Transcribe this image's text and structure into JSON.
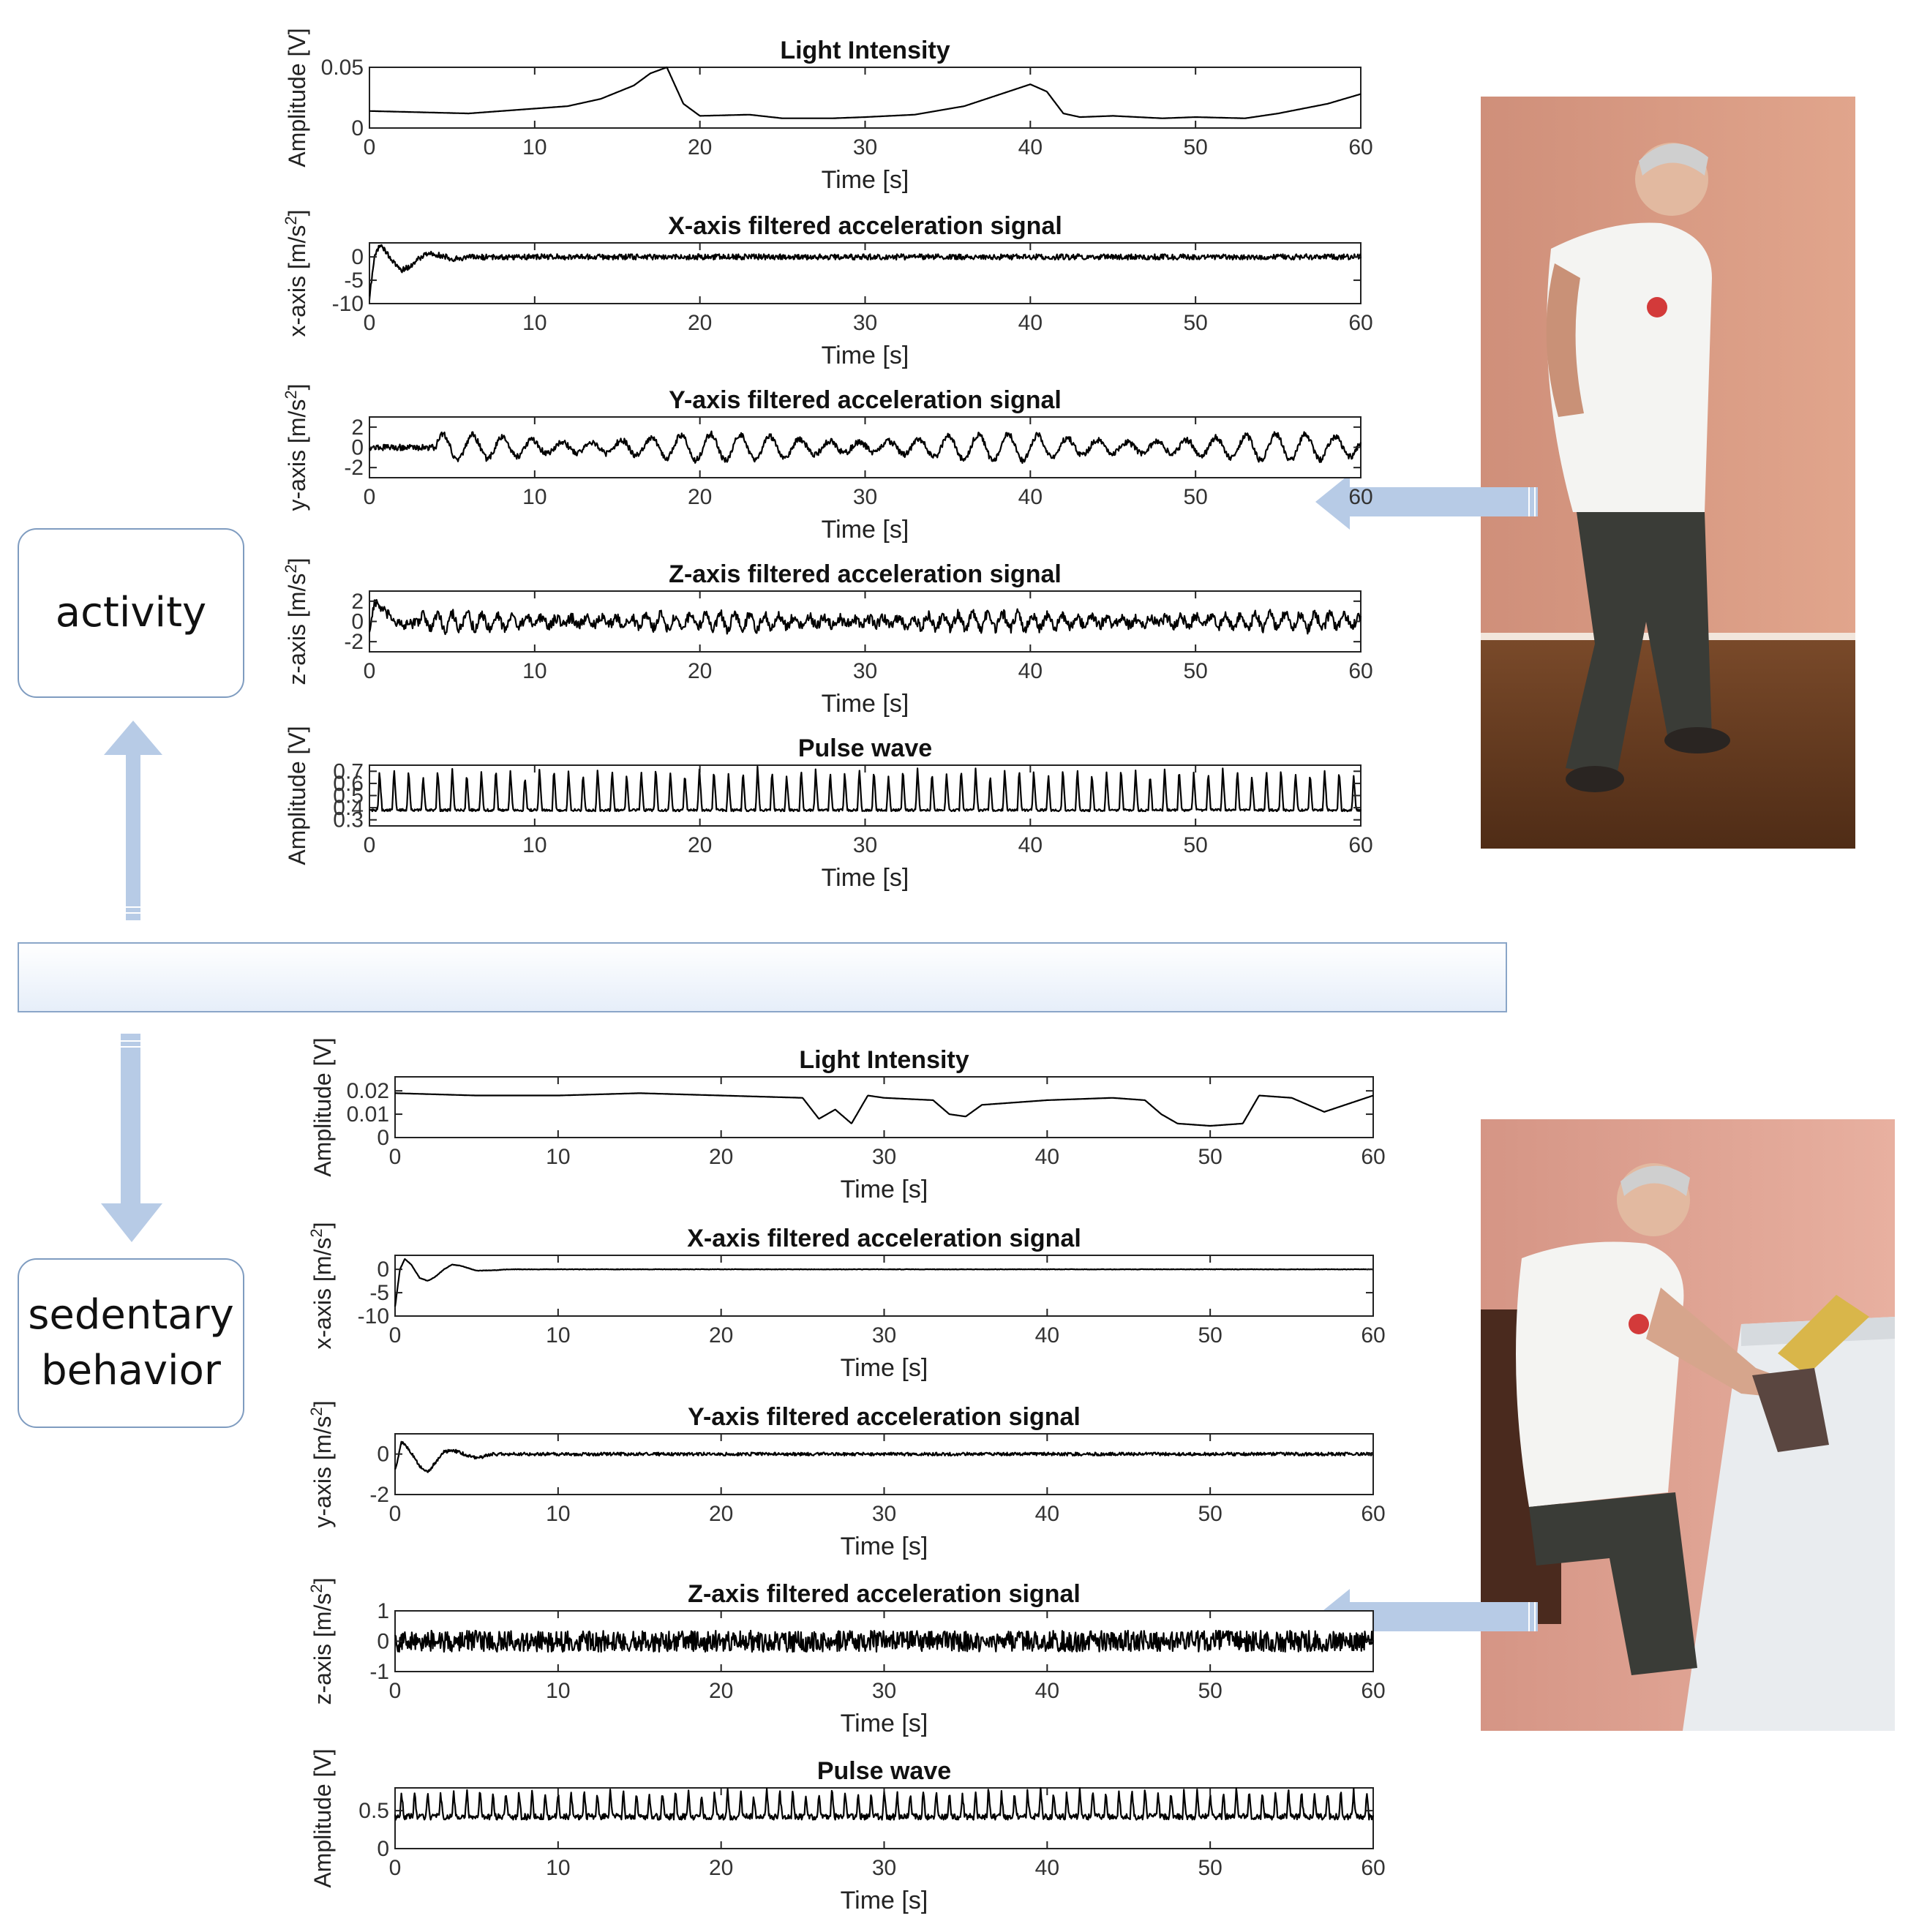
{
  "labels": {
    "activity": "activity",
    "sedentary_line1": "sedentary",
    "sedentary_line2": "behavior"
  },
  "colors": {
    "arrow": "#b7cbe6",
    "box_border": "#7f9cc0",
    "band_border": "#8aa6c8",
    "line": "#000000",
    "wall": "#d89a83",
    "floor": "#6b3f22"
  },
  "chart_data": [
    {
      "type": "line",
      "group": "activity",
      "title": "Light Intensity",
      "xlabel": "Time [s]",
      "ylabel": "Amplitude [V]",
      "xlim": [
        0,
        60
      ],
      "ylim": [
        0,
        0.05
      ],
      "xticks": [
        0,
        10,
        20,
        30,
        40,
        50,
        60
      ],
      "yticks": [
        0,
        0.05
      ],
      "x": [
        0,
        3,
        6,
        8,
        10,
        12,
        14,
        16,
        17,
        18,
        19,
        20,
        23,
        25,
        28,
        30,
        33,
        36,
        38,
        40,
        41,
        42,
        43,
        45,
        48,
        50,
        53,
        55,
        58,
        60
      ],
      "y": [
        0.014,
        0.013,
        0.012,
        0.014,
        0.016,
        0.018,
        0.024,
        0.035,
        0.045,
        0.05,
        0.02,
        0.01,
        0.011,
        0.008,
        0.008,
        0.009,
        0.011,
        0.018,
        0.027,
        0.036,
        0.03,
        0.012,
        0.009,
        0.01,
        0.008,
        0.009,
        0.008,
        0.012,
        0.02,
        0.028
      ]
    },
    {
      "type": "line",
      "group": "activity",
      "title": "X-axis filtered acceleration signal",
      "xlabel": "Time [s]",
      "ylabel": "x-axis [m/s^2]",
      "xlim": [
        0,
        60
      ],
      "ylim": [
        -10,
        3
      ],
      "xticks": [
        0,
        10,
        20,
        30,
        40,
        50,
        60
      ],
      "yticks": [
        -10,
        -5,
        0
      ],
      "x": [
        0,
        0.3,
        0.6,
        1,
        1.5,
        2,
        2.5,
        3,
        3.5,
        4,
        5,
        6,
        8,
        60
      ],
      "y": [
        -9,
        0,
        2.5,
        1.2,
        -1.5,
        -2.8,
        -2,
        -0.3,
        0.8,
        0.6,
        -0.4,
        -0.1,
        0,
        0
      ],
      "noise": 0.6
    },
    {
      "type": "line",
      "group": "activity",
      "title": "Y-axis filtered acceleration signal",
      "xlabel": "Time [s]",
      "ylabel": "y-axis [m/s^2]",
      "xlim": [
        0,
        60
      ],
      "ylim": [
        -3,
        3
      ],
      "xticks": [
        0,
        10,
        20,
        30,
        40,
        50,
        60
      ],
      "yticks": [
        -2,
        0,
        2
      ],
      "x": [
        0,
        4,
        60
      ],
      "y": [
        0,
        0,
        0
      ],
      "periodic": {
        "start": 4,
        "period": 1.8,
        "amplitude": 2.2
      },
      "noise": 0.3
    },
    {
      "type": "line",
      "group": "activity",
      "title": "Z-axis filtered acceleration signal",
      "xlabel": "Time [s]",
      "ylabel": "z-axis [m/s^2]",
      "xlim": [
        0,
        60
      ],
      "ylim": [
        -3,
        3
      ],
      "xticks": [
        0,
        10,
        20,
        30,
        40,
        50,
        60
      ],
      "yticks": [
        -2,
        0,
        2
      ],
      "x": [
        0,
        0.3,
        1,
        2,
        3,
        60
      ],
      "y": [
        -1,
        2,
        0.8,
        -0.5,
        0,
        0
      ],
      "periodic": {
        "start": 3,
        "period": 0.9,
        "amplitude": 1.3
      },
      "noise": 0.5
    },
    {
      "type": "line",
      "group": "activity",
      "title": "Pulse wave",
      "xlabel": "Time [s]",
      "ylabel": "Amplitude [V]",
      "xlim": [
        0,
        60
      ],
      "ylim": [
        0.25,
        0.75
      ],
      "xticks": [
        0,
        10,
        20,
        30,
        40,
        50,
        60
      ],
      "yticks": [
        0.3,
        0.4,
        0.5,
        0.6,
        0.7
      ],
      "x": [
        0,
        60
      ],
      "y": [
        0.38,
        0.38
      ],
      "pulse": {
        "start": 0.5,
        "period": 0.88,
        "peak": 0.7,
        "base": 0.38
      },
      "noise": 0.01
    },
    {
      "type": "line",
      "group": "sedentary",
      "title": "Light Intensity",
      "xlabel": "Time [s]",
      "ylabel": "Amplitude [V]",
      "xlim": [
        0,
        60
      ],
      "ylim": [
        0,
        0.026
      ],
      "xticks": [
        0,
        10,
        20,
        30,
        40,
        50,
        60
      ],
      "yticks": [
        0,
        0.01,
        0.02
      ],
      "x": [
        0,
        5,
        10,
        15,
        20,
        25,
        26,
        27,
        28,
        29,
        30,
        33,
        34,
        35,
        36,
        38,
        40,
        44,
        46,
        47,
        48,
        50,
        52,
        53,
        55,
        57,
        60
      ],
      "y": [
        0.019,
        0.018,
        0.018,
        0.019,
        0.018,
        0.017,
        0.008,
        0.012,
        0.006,
        0.018,
        0.017,
        0.016,
        0.01,
        0.009,
        0.014,
        0.015,
        0.016,
        0.017,
        0.016,
        0.01,
        0.006,
        0.005,
        0.006,
        0.018,
        0.017,
        0.011,
        0.018
      ]
    },
    {
      "type": "line",
      "group": "sedentary",
      "title": "X-axis filtered acceleration signal",
      "xlabel": "Time [s]",
      "ylabel": "x-axis [m/s^2]",
      "xlim": [
        0,
        60
      ],
      "ylim": [
        -10,
        3
      ],
      "xticks": [
        0,
        10,
        20,
        30,
        40,
        50,
        60
      ],
      "yticks": [
        -10,
        -5,
        0
      ],
      "x": [
        0,
        0.3,
        0.6,
        1,
        1.5,
        2,
        2.5,
        3,
        3.5,
        4,
        5,
        6,
        7,
        9,
        60
      ],
      "y": [
        -8,
        0,
        2.2,
        1,
        -1.8,
        -2.5,
        -1.5,
        0,
        1,
        0.8,
        -0.3,
        -0.2,
        0,
        0,
        0
      ],
      "noise": 0.05
    },
    {
      "type": "line",
      "group": "sedentary",
      "title": "Y-axis filtered acceleration signal",
      "xlabel": "Time [s]",
      "ylabel": "y-axis [m/s^2]",
      "xlim": [
        0,
        60
      ],
      "ylim": [
        -2,
        1
      ],
      "xticks": [
        0,
        10,
        20,
        30,
        40,
        50,
        60
      ],
      "yticks": [
        -2,
        0
      ],
      "x": [
        0,
        0.4,
        0.8,
        1.5,
        2,
        3,
        3.5,
        5,
        6,
        8,
        60
      ],
      "y": [
        -0.8,
        0.6,
        0.3,
        -0.6,
        -0.9,
        0.1,
        0.2,
        -0.2,
        0,
        0,
        0
      ],
      "noise": 0.08
    },
    {
      "type": "line",
      "group": "sedentary",
      "title": "Z-axis filtered acceleration signal",
      "xlabel": "Time [s]",
      "ylabel": "z-axis [m/s^2]",
      "xlim": [
        0,
        60
      ],
      "ylim": [
        -1,
        1
      ],
      "xticks": [
        0,
        10,
        20,
        30,
        40,
        50,
        60
      ],
      "yticks": [
        -1,
        0,
        1
      ],
      "x": [
        0,
        60
      ],
      "y": [
        0,
        0
      ],
      "noise": 0.35
    },
    {
      "type": "line",
      "group": "sedentary",
      "title": "Pulse wave",
      "xlabel": "Time [s]",
      "ylabel": "Amplitude [V]",
      "xlim": [
        0,
        60
      ],
      "ylim": [
        0,
        0.8
      ],
      "xticks": [
        0,
        10,
        20,
        30,
        40,
        50,
        60
      ],
      "yticks": [
        0,
        0.5
      ],
      "x": [
        0,
        60
      ],
      "y": [
        0.42,
        0.42
      ],
      "pulse": {
        "start": 0.3,
        "period": 0.8,
        "peak": 0.75,
        "base": 0.42
      },
      "noise": 0.04
    }
  ]
}
